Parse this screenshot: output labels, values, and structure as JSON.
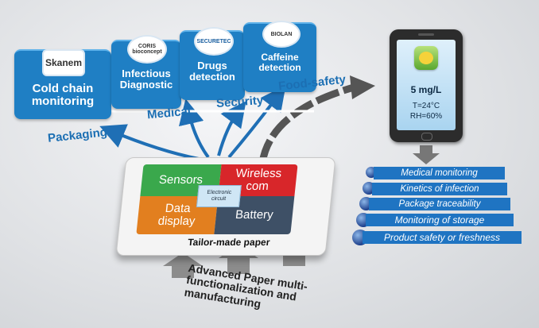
{
  "tiles": [
    {
      "logo_text": "Skanem",
      "label_line1": "Cold chain",
      "label_line2": "monitoring"
    },
    {
      "logo_text": "CORIS bioconcept",
      "label_line1": "Infectious",
      "label_line2": "Diagnostic"
    },
    {
      "logo_text": "SECURETEC",
      "label_line1": "Drugs",
      "label_line2": "detection"
    },
    {
      "logo_text": "BIOLAN",
      "label_line1": "Caffeine",
      "label_line2": "detection"
    }
  ],
  "categories": {
    "packaging": "Packaging",
    "medical": "Medical",
    "security": "Security",
    "food_safety": "Food-safety"
  },
  "chip": {
    "sensors": "Sensors",
    "wireless_line1": "Wireless",
    "wireless_line2": "com",
    "electronic_line1": "Electronic",
    "electronic_line2": "circuit",
    "data_line1": "Data",
    "data_line2": "display",
    "battery": "Battery",
    "paper_label": "Tailor-made paper",
    "colors": {
      "sensors": "#3aa84c",
      "wireless": "#d8262a",
      "data": "#e27f1f",
      "battery": "#3e5066"
    }
  },
  "bottom_text": {
    "line1": "Advanced Paper multi-",
    "line2": "functionalization and",
    "line3": "manufacturing"
  },
  "phone": {
    "reading": "5 mg/L",
    "temperature": "T=24°C",
    "humidity": "RH=60%"
  },
  "applications": [
    "Medical monitoring",
    "Kinetics of infection",
    "Package traceability",
    "Monitoring of storage",
    "Product safety or freshness"
  ]
}
